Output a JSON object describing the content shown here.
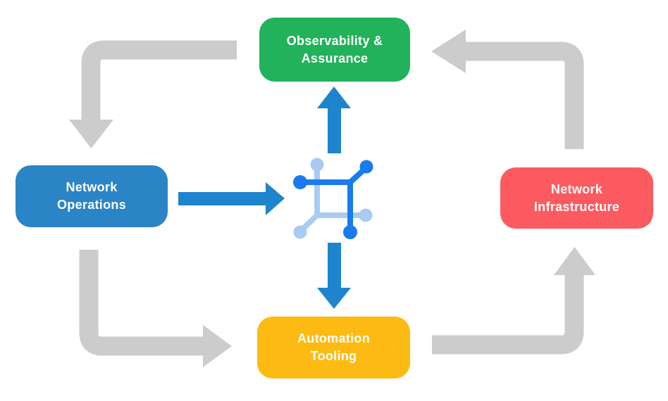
{
  "diagram": {
    "background": "#FFFFFF",
    "text_color": "#FFFFFF",
    "boxes": {
      "observability": {
        "label": "Observability &\nAssurance",
        "color": "#21B25B"
      },
      "operations": {
        "label": "Network\nOperations",
        "color": "#2B84C6"
      },
      "infrastructure": {
        "label": "Network\nInfrastructure",
        "color": "#FB5B60"
      },
      "automation": {
        "label": "Automation\nTooling",
        "color": "#FDBA12"
      }
    },
    "center_icon": {
      "name": "network-mesh",
      "dark_blue": "#1A7BEE",
      "light_blue": "#A9CBF3"
    },
    "arrow_colors": {
      "gray": "#CCCCCC",
      "blue": "#1E84CD"
    },
    "flows": [
      {
        "from": "Observability & Assurance",
        "to": "Network Operations",
        "style": "gray"
      },
      {
        "from": "Network Infrastructure",
        "to": "Observability & Assurance",
        "style": "gray"
      },
      {
        "from": "Network Operations",
        "to": "Automation Tooling",
        "style": "gray"
      },
      {
        "from": "Automation Tooling",
        "to": "Network Infrastructure",
        "style": "gray"
      },
      {
        "from": "Network Operations",
        "to": "center network-mesh icon",
        "style": "blue"
      },
      {
        "from": "center network-mesh icon",
        "to": "Observability & Assurance",
        "style": "blue"
      },
      {
        "from": "center network-mesh icon",
        "to": "Automation Tooling",
        "style": "blue"
      }
    ]
  }
}
